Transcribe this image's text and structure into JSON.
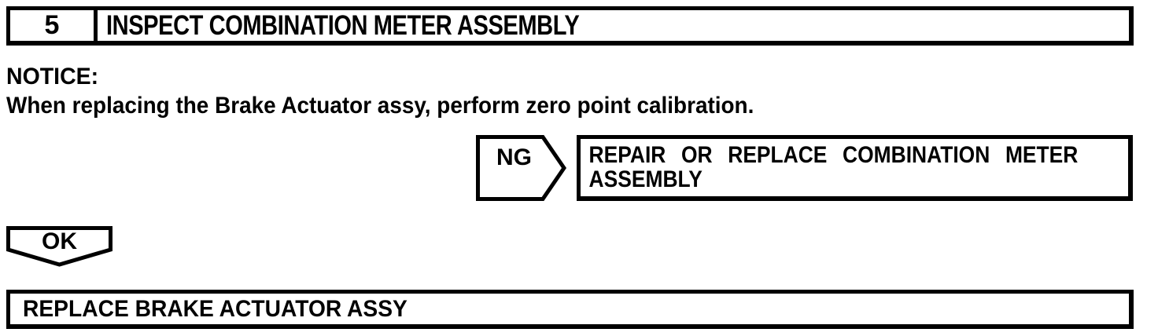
{
  "step": {
    "number": "5",
    "title": "INSPECT COMBINATION METER ASSEMBLY"
  },
  "notice": {
    "label": "NOTICE:",
    "text": "When replacing the Brake Actuator assy, perform zero point calibration."
  },
  "ng_branch": {
    "connector_label": "NG",
    "action_line1": "REPAIR OR REPLACE COMBINATION METER",
    "action_line2": "ASSEMBLY"
  },
  "ok_branch": {
    "connector_label": "OK",
    "action": "REPLACE BRAKE ACTUATOR ASSY"
  },
  "colors": {
    "line": "#000000",
    "background": "#ffffff"
  }
}
